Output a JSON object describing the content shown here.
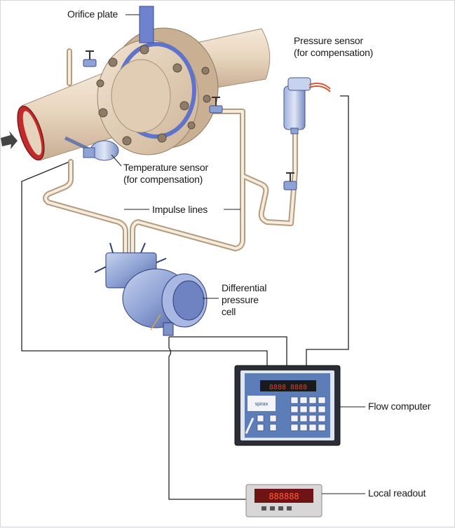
{
  "labels": {
    "orifice_plate": "Orifice plate",
    "pressure_sensor": [
      "Pressure sensor",
      "(for compensation)"
    ],
    "temperature_sensor": [
      "Temperature sensor",
      "(for compensation)"
    ],
    "impulse_lines": "Impulse lines",
    "dp_cell": [
      "Differential",
      "pressure",
      "cell"
    ],
    "flow_computer": "Flow computer",
    "local_readout": "Local readout"
  },
  "colors": {
    "pipe": "#ead9c4",
    "flange": "#e4d2bb",
    "plate_gasket": "#5f73c9",
    "pipe_inner": "#c22b2b",
    "sensor_blue": "#7e92c9",
    "panel_frame": "#2d2d36",
    "panel_face": "#5d7db8",
    "display_red": "#e53b2b",
    "wire": "#222222"
  },
  "icons": [
    "flow-direction-arrow-icon",
    "valve-icon",
    "keypad-icon"
  ]
}
